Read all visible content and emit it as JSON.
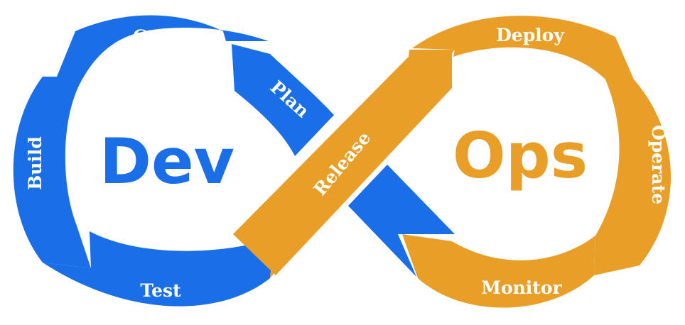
{
  "colors": {
    "dev": "#1a6fe8",
    "ops": "#e89e27",
    "background": "#ffffff",
    "label": "#ffffff"
  },
  "dev": {
    "word": "Dev",
    "stages": {
      "code": "Code",
      "plan": "Plan",
      "build": "Build",
      "test": "Test"
    }
  },
  "ops": {
    "word": "Ops",
    "stages": {
      "deploy": "Deploy",
      "operate": "Operate",
      "monitor": "Monitor"
    }
  },
  "release": "Release"
}
